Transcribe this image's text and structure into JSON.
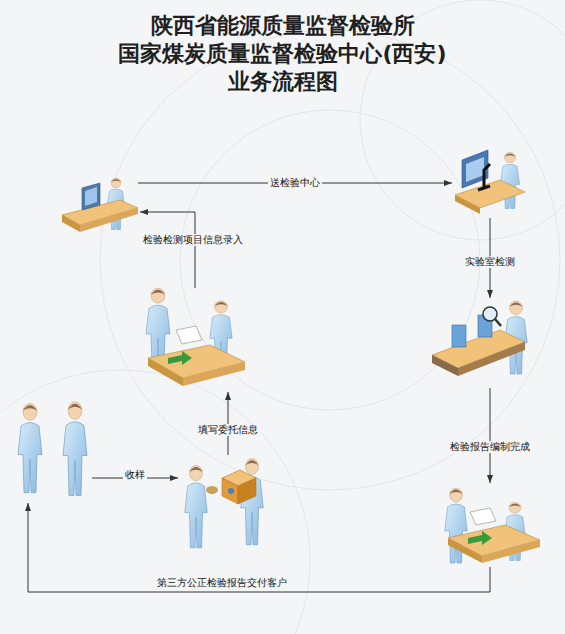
{
  "diagram": {
    "title": "陕西省能源质量监督检验所 国家煤炭质量监督检验中心(西安) 业务流程图",
    "labels": [
      "送检验中心",
      "检验检测项目信息录入",
      "实验室检测",
      "检验报告编制完成",
      "填写委托信息",
      "收样",
      "第三方公正检验报告交付客户"
    ]
  }
}
